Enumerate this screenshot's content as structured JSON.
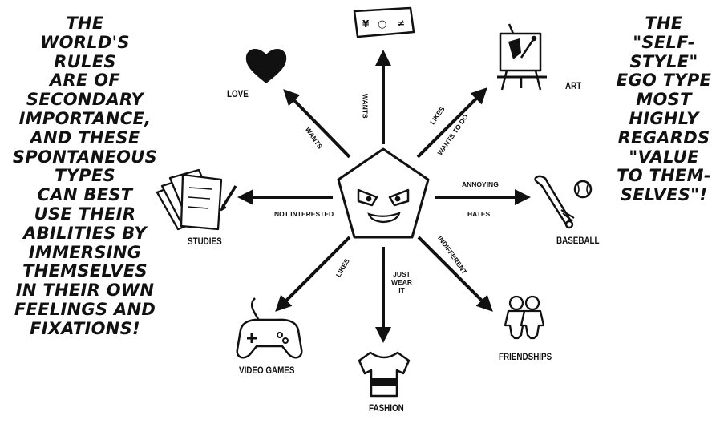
{
  "left_text": [
    "THE",
    "WORLD'S",
    "RULES",
    "ARE OF",
    "SECONDARY",
    "IMPORTANCE,",
    "AND THESE",
    "SPONTANEOUS",
    "TYPES",
    "CAN BEST",
    "USE THEIR",
    "ABILITIES BY",
    "IMMERSING",
    "THEMSELVES",
    "IN THEIR OWN",
    "FEELINGS AND",
    "FIXATIONS!"
  ],
  "right_text": [
    "THE",
    "\"SELF-",
    "STYLE\"",
    "EGO TYPE",
    "MOST",
    "HIGHLY",
    "REGARDS",
    "\"VALUE",
    "TO THEM-",
    "SELVES\"!"
  ],
  "nodes": {
    "love": "LOVE",
    "art": "ART",
    "studies": "STUDIES",
    "baseball": "BASEBALL",
    "video_games": "VIDEO GAMES",
    "fashion": "FASHION",
    "friendships": "FRIENDSHIPS"
  },
  "edges": {
    "wants_money": "WANTS",
    "wants_love": "WANTS",
    "likes_art": "LIKES",
    "wants_to_do_art": "WANTS TO DO",
    "not_interested_studies": "NOT INTERESTED",
    "annoying_baseball": "ANNOYING",
    "hates_baseball": "HATES",
    "likes_video_games": "LIKES",
    "just_wear_it": [
      "JUST",
      "WEAR",
      "IT"
    ],
    "indifferent_friendships": "INDIFFERENT"
  },
  "banknote_symbols": [
    "¥",
    "○",
    "≠"
  ]
}
